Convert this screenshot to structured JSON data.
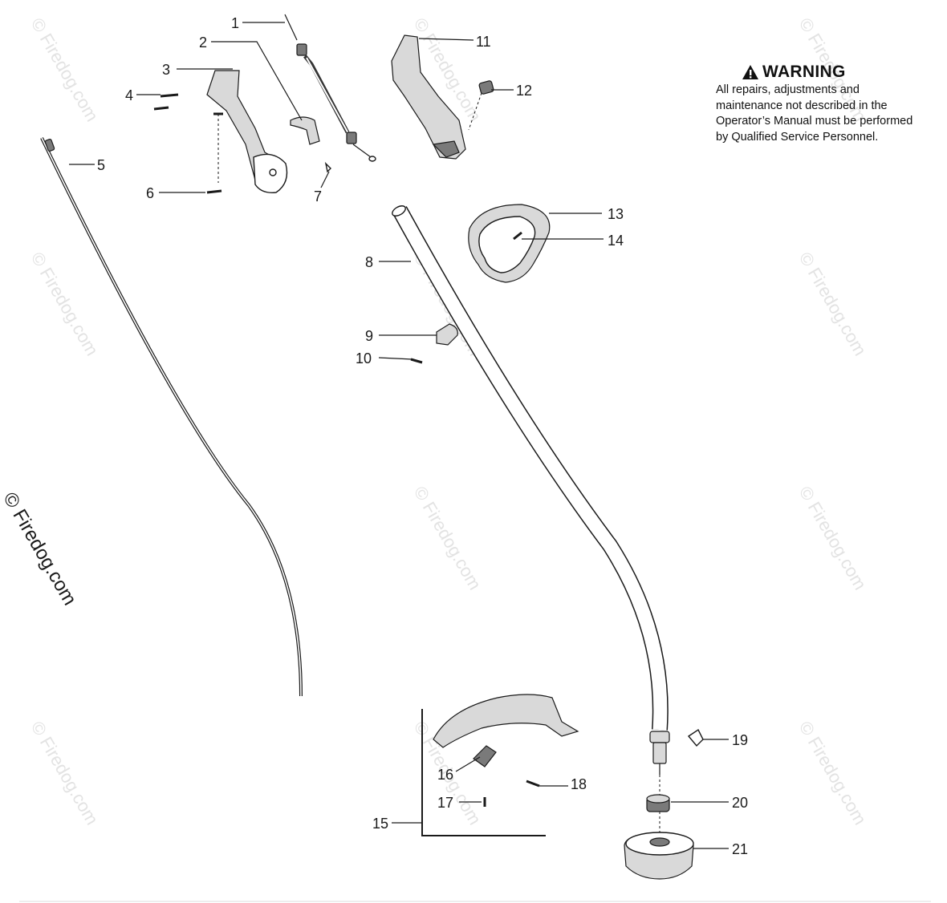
{
  "warning": {
    "title": "WARNING",
    "icon": "warning-triangle-icon",
    "text": "All repairs, adjustments and maintenance not described in the Operator’s Manual must be performed by Qualified Service Personnel."
  },
  "copyright": "© Firedog.com",
  "watermark": "© Firedog.com",
  "callouts": {
    "c1": "1",
    "c2": "2",
    "c3": "3",
    "c4": "4",
    "c5": "5",
    "c6": "6",
    "c7": "7",
    "c8": "8",
    "c9": "9",
    "c10": "10",
    "c11": "11",
    "c12": "12",
    "c13": "13",
    "c14": "14",
    "c15": "15",
    "c16": "16",
    "c17": "17",
    "c18": "18",
    "c19": "19",
    "c20": "20",
    "c21": "21"
  }
}
